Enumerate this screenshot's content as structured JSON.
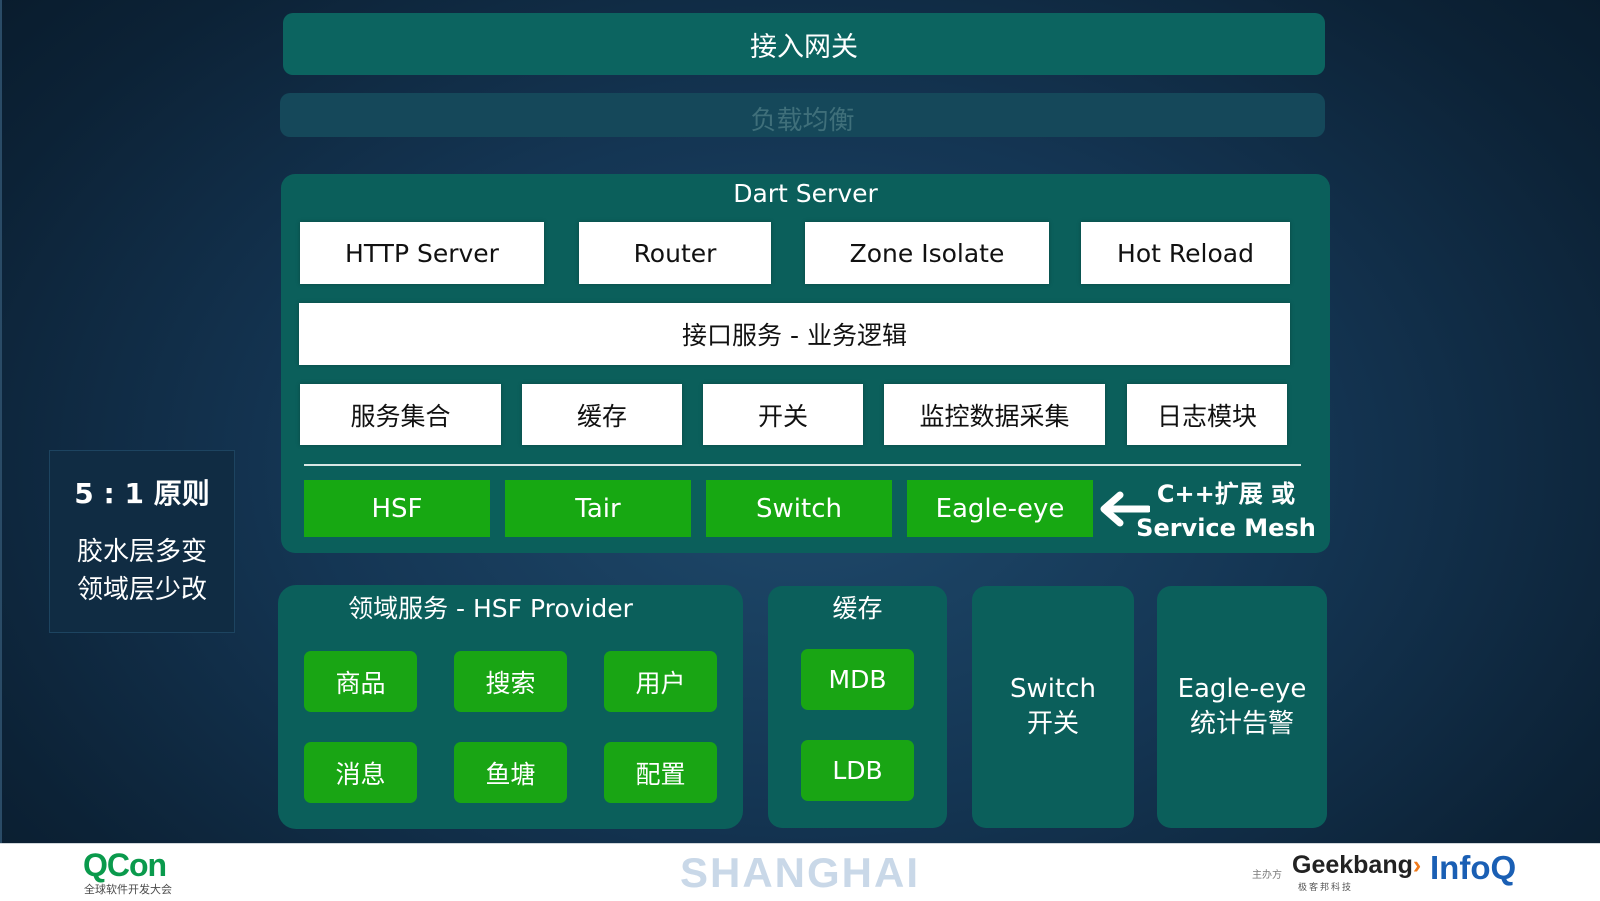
{
  "gateway": "接入网关",
  "load_balance": "负载均衡",
  "dart_server": {
    "title": "Dart Server",
    "row1": [
      "HTTP Server",
      "Router",
      "Zone Isolate",
      "Hot Reload"
    ],
    "interface_service": "接口服务 - 业务逻辑",
    "row3": [
      "服务集合",
      "缓存",
      "开关",
      "监控数据采集",
      "日志模块"
    ],
    "row4": [
      "HSF",
      "Tair",
      "Switch",
      "Eagle-eye"
    ],
    "extension_line1": "C++扩展 或",
    "extension_line2": "Service Mesh"
  },
  "principle": {
    "title": "5 : 1 原则",
    "line1": "胶水层多变",
    "line2": "领域层少改"
  },
  "domain_service": {
    "title": "领域服务 - HSF Provider",
    "items": [
      "商品",
      "搜索",
      "用户",
      "消息",
      "鱼塘",
      "配置"
    ]
  },
  "cache": {
    "title": "缓存",
    "items": [
      "MDB",
      "LDB"
    ]
  },
  "switch_box": {
    "line1": "Switch",
    "line2": "开关"
  },
  "eagle_box": {
    "line1": "Eagle-eye",
    "line2": "统计告警"
  },
  "footer": {
    "qcon": "QCon",
    "qcon_sub": "全球软件开发大会",
    "city": "SHANGHAI",
    "organizer": "主办方",
    "geek": "Geekbang",
    "geek_sub": "极客邦科技",
    "infoq": "InfoQ"
  },
  "colors": {
    "teal_panel": "#0b5f5b",
    "green_block": "#17a812",
    "background": "#143553"
  }
}
